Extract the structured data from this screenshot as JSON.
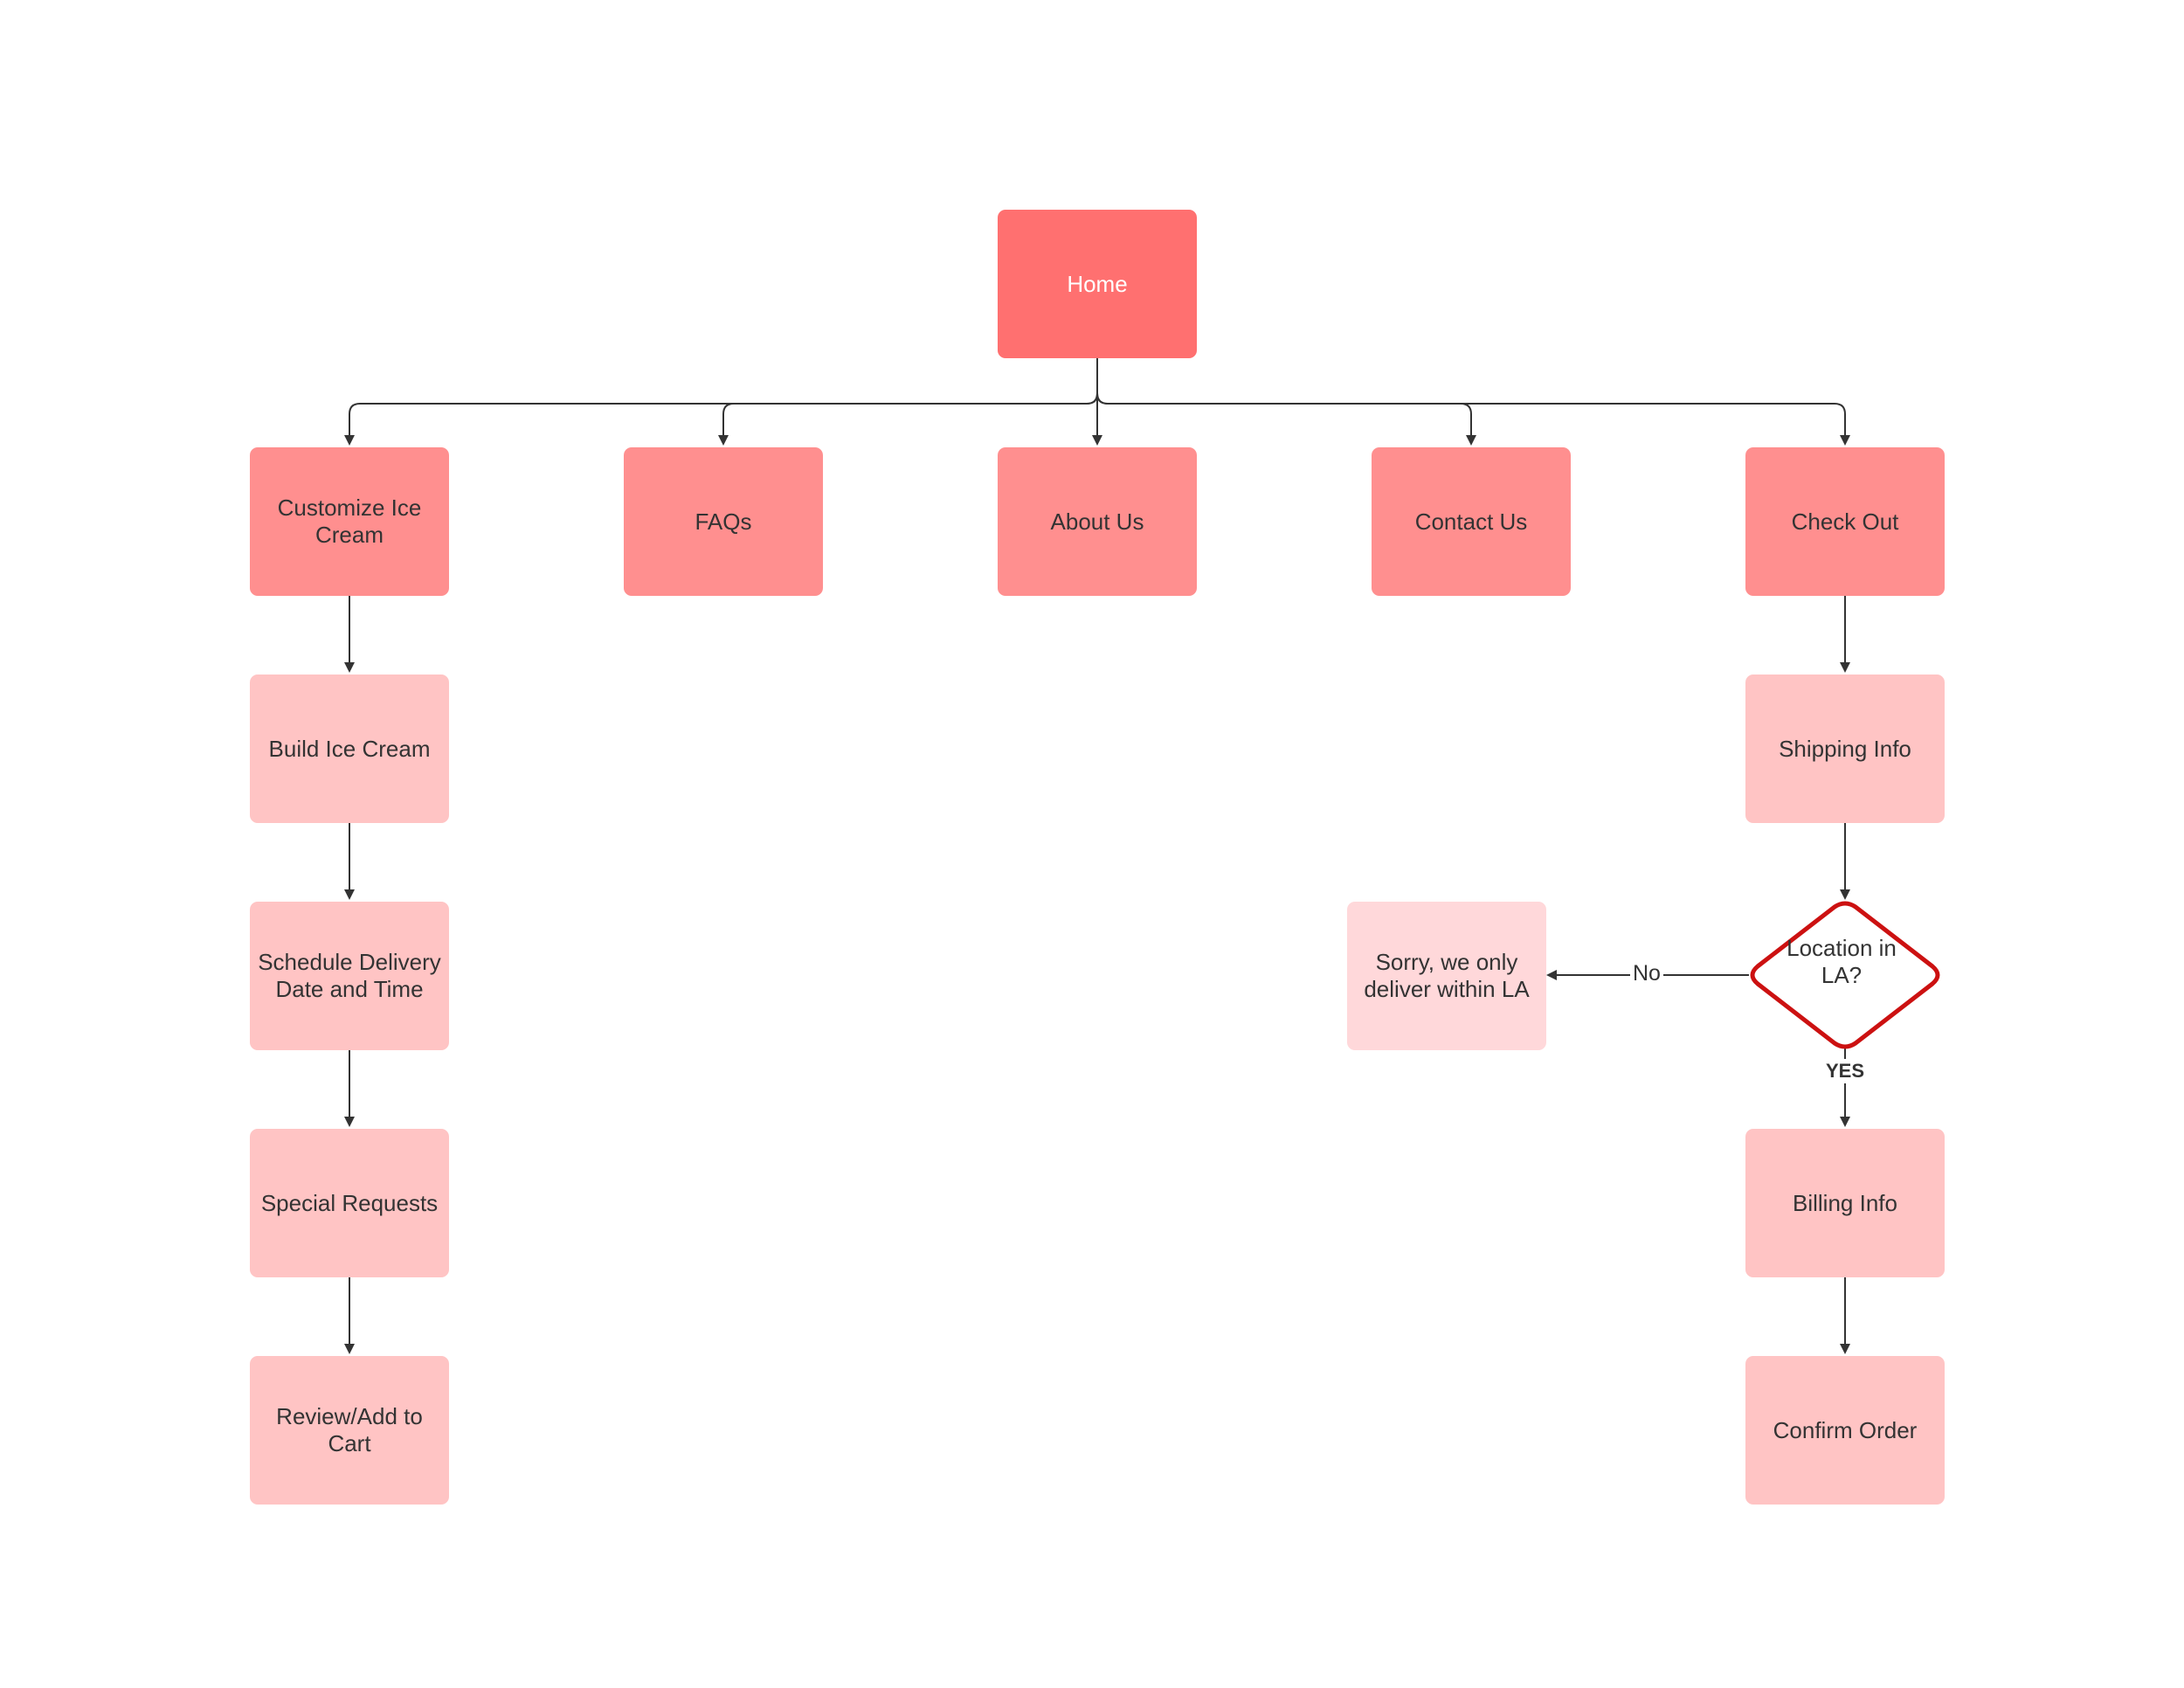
{
  "colors": {
    "home": "#ff7070",
    "section": "#ff8f8f",
    "step": "#ffc4c4",
    "message": "#ffd8da",
    "decision_border": "#cc1111",
    "connector": "#333333"
  },
  "nodes": {
    "home": "Home",
    "customize": "Customize Ice Cream",
    "faqs": "FAQs",
    "about": "About Us",
    "contact": "Contact Us",
    "checkout": "Check Out",
    "build": "Build Ice Cream",
    "schedule": "Schedule Delivery Date and Time",
    "special": "Special Requests",
    "review": "Review/Add to Cart",
    "shipping": "Shipping Info",
    "decision": "Location in LA?",
    "sorry": "Sorry, we only deliver within LA",
    "billing": "Billing Info",
    "confirm": "Confirm Order"
  },
  "edge_labels": {
    "no": "No",
    "yes": "YES"
  }
}
